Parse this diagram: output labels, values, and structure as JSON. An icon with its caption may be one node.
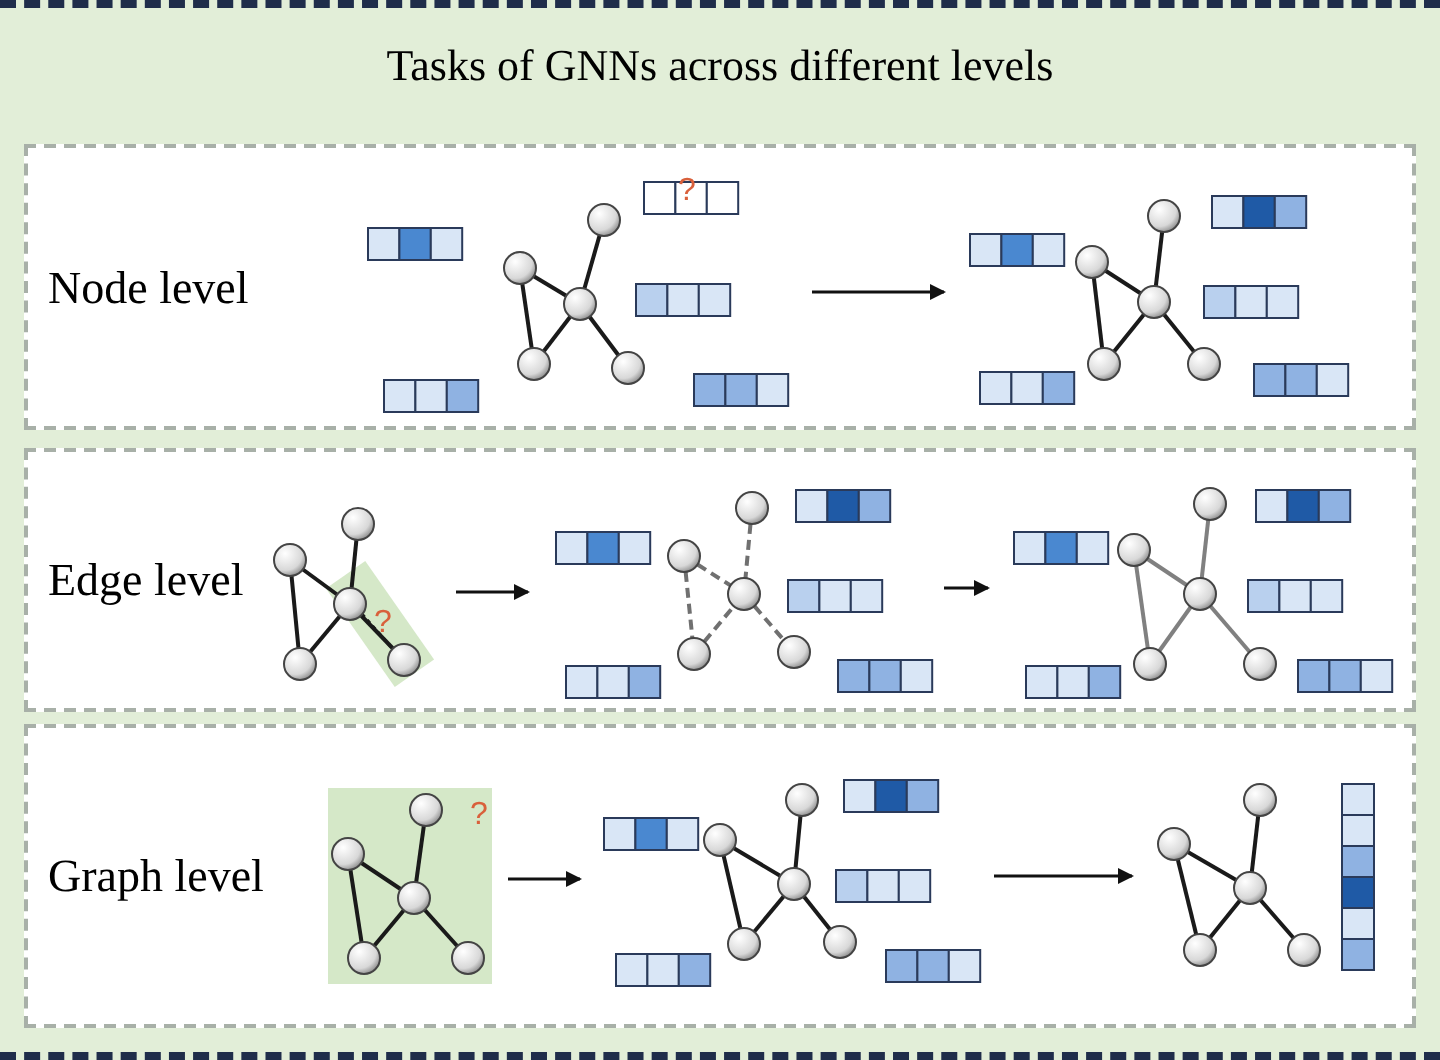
{
  "diagram": {
    "title": "Tasks of GNNs across different levels",
    "nodes": [
      {
        "text": [
          "Node level"
        ]
      },
      {
        "text": [],
        "shape": "picture",
        "in": 0
      },
      {
        "text": [],
        "shape": "picture",
        "in": 0
      },
      {
        "text": [
          "Edge level"
        ]
      },
      {
        "text": [],
        "shape": "picture",
        "in": 3
      },
      {
        "text": [],
        "shape": "picture",
        "in": 3
      },
      {
        "text": [],
        "shape": "picture",
        "in": 3
      },
      {
        "text": [
          "Graph level"
        ]
      },
      {
        "text": [],
        "shape": "picture",
        "in": 7
      },
      {
        "text": [],
        "shape": "picture",
        "in": 7
      },
      {
        "text": [],
        "shape": "picture",
        "in": 7
      }
    ],
    "edges": [
      {
        "from": 1,
        "to": 2,
        "arrow": "to"
      },
      {
        "from": 4,
        "to": 5,
        "arrow": "to"
      },
      {
        "from": 5,
        "to": 6,
        "arrow": "to"
      },
      {
        "from": 8,
        "to": 9,
        "arrow": "to"
      },
      {
        "from": 9,
        "to": 10,
        "arrow": "to"
      }
    ],
    "labels": [
      "?",
      "?",
      "?"
    ]
  }
}
